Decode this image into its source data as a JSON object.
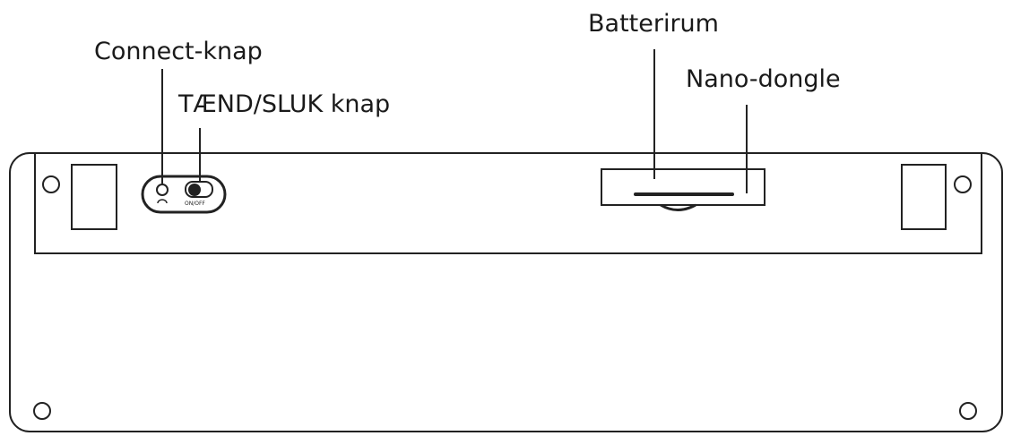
{
  "labels": {
    "connect": "Connect-knap",
    "power": "TÆND/SLUK knap",
    "battery": "Batterirum",
    "dongle": "Nano-dongle"
  },
  "switch": {
    "marking": "ON/OFF"
  },
  "colors": {
    "line": "#222222",
    "text": "#1a1a1a",
    "background": "#ffffff"
  }
}
